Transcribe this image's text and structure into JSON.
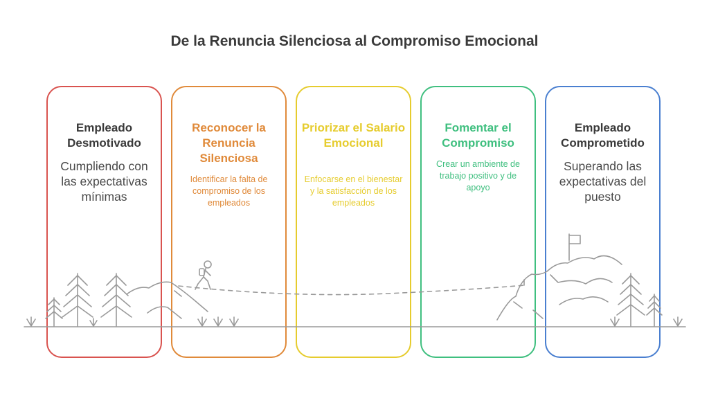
{
  "title": "De la Renuncia Silenciosa al Compromiso Emocional",
  "cards": [
    {
      "heading": "Empleado Desmotivado",
      "description": "Cumpliendo con las expectativas mínimas",
      "color": "#d9534f"
    },
    {
      "heading": "Reconocer la Renuncia Silenciosa",
      "description": "Identificar la falta de compromiso de los empleados",
      "color": "#e08a3a"
    },
    {
      "heading": "Priorizar el Salario Emocional",
      "description": "Enfocarse en el bienestar y la satisfacción de los empleados",
      "color": "#e6cc2e"
    },
    {
      "heading": "Fomentar el Compromiso",
      "description": "Crear un ambiente de trabajo positivo y de apoyo",
      "color": "#3fbf7f"
    },
    {
      "heading": "Empleado Comprometido",
      "description": "Superando las expectativas del puesto",
      "color": "#4a7fd0"
    }
  ],
  "head_text_colors": [
    "#3a3a3a",
    "#e08a3a",
    "#e6cc2e",
    "#3fbf7f",
    "#3a3a3a"
  ],
  "desc_text_colors": [
    "#4a4a4a",
    "#e08a3a",
    "#e6cc2e",
    "#3fbf7f",
    "#4a4a4a"
  ],
  "illustration": {
    "left": [
      "pine-tree-icon",
      "grass-tuft-icon",
      "mountain-icon",
      "hiker-icon"
    ],
    "path": "dashed-path",
    "right": [
      "mountain-icon",
      "summit-flag-icon",
      "pine-tree-icon",
      "grass-tuft-icon"
    ],
    "stroke_color": "#9a9a9a"
  }
}
